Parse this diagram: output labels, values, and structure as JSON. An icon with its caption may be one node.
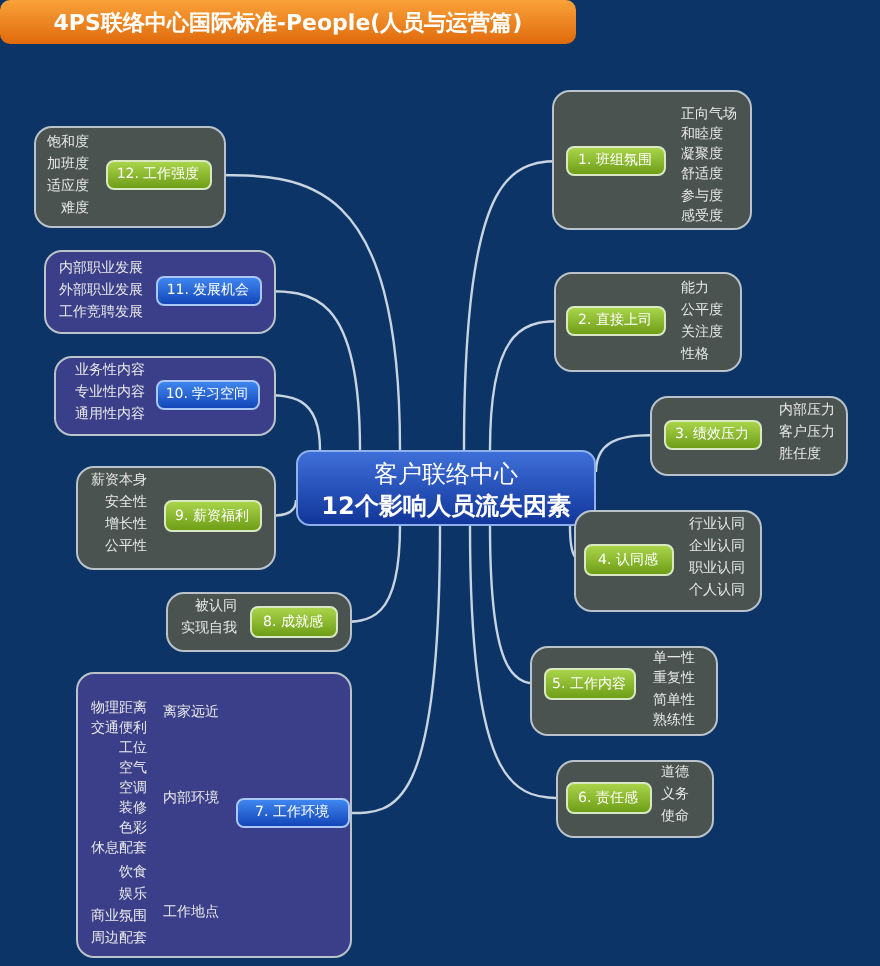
{
  "diagram": {
    "title": "4PS联络中心国际标准-People(人员与运营篇)",
    "nodes": [
      {
        "text": [
          "客户联络中心",
          "12个影响人员流失因素"
        ]
      },
      {
        "text": [
          "正向气场",
          "和睦度",
          "凝聚度",
          "舒适度",
          "参与度",
          "感受度"
        ]
      },
      {
        "text": [
          "1. 班组氛围"
        ],
        "in": 1
      },
      {
        "text": [
          "能力",
          "公平度",
          "关注度",
          "性格"
        ]
      },
      {
        "text": [
          "2. 直接上司"
        ],
        "in": 3
      },
      {
        "text": [
          "内部压力",
          "客户压力",
          "胜任度"
        ]
      },
      {
        "text": [
          "3. 绩效压力"
        ],
        "in": 5
      },
      {
        "text": [
          "行业认同",
          "企业认同",
          "职业认同",
          "个人认同"
        ]
      },
      {
        "text": [
          "4. 认同感"
        ],
        "in": 7
      },
      {
        "text": [
          "单一性",
          "重复性",
          "简单性",
          "熟练性"
        ]
      },
      {
        "text": [
          "5. 工作内容"
        ],
        "in": 9
      },
      {
        "text": [
          "道德",
          "义务",
          "使命"
        ]
      },
      {
        "text": [
          "6. 责任感"
        ],
        "in": 11
      },
      {
        "text": [
          "物理距离",
          "交通便利",
          "离家远近",
          "工位",
          "空气",
          "空调",
          "装修",
          "色彩",
          "休息配套",
          "内部环境",
          "饮食",
          "娱乐",
          "商业氛围",
          "周边配套",
          "工作地点"
        ]
      },
      {
        "text": [
          "7. 工作环境"
        ],
        "in": 13
      },
      {
        "text": [
          "被认同",
          "实现自我"
        ]
      },
      {
        "text": [
          "8. 成就感"
        ],
        "in": 15
      },
      {
        "text": [
          "薪资本身",
          "安全性",
          "增长性",
          "公平性"
        ]
      },
      {
        "text": [
          "9. 薪资福利"
        ],
        "in": 17
      },
      {
        "text": [
          "业务性内容",
          "专业性内容",
          "通用性内容"
        ]
      },
      {
        "text": [
          "10. 学习空间"
        ],
        "in": 19
      },
      {
        "text": [
          "内部职业发展",
          "外部职业发展",
          "工作竞聘发展"
        ]
      },
      {
        "text": [
          "11. 发展机会"
        ],
        "in": 21
      },
      {
        "text": [
          "饱和度",
          "加班度",
          "适应度",
          "难度"
        ]
      },
      {
        "text": [
          "12. 工作强度"
        ],
        "in": 23
      }
    ],
    "edges": [
      {
        "from": 0,
        "to": 2,
        "arrow": "none"
      },
      {
        "from": 0,
        "to": 4,
        "arrow": "none"
      },
      {
        "from": 0,
        "to": 6,
        "arrow": "none"
      },
      {
        "from": 0,
        "to": 8,
        "arrow": "none"
      },
      {
        "from": 0,
        "to": 10,
        "arrow": "none"
      },
      {
        "from": 0,
        "to": 12,
        "arrow": "none"
      },
      {
        "from": 0,
        "to": 14,
        "arrow": "none"
      },
      {
        "from": 0,
        "to": 16,
        "arrow": "none"
      },
      {
        "from": 0,
        "to": 18,
        "arrow": "none"
      },
      {
        "from": 0,
        "to": 20,
        "arrow": "none"
      },
      {
        "from": 0,
        "to": 22,
        "arrow": "none"
      },
      {
        "from": 0,
        "to": 24,
        "arrow": "none"
      }
    ]
  }
}
